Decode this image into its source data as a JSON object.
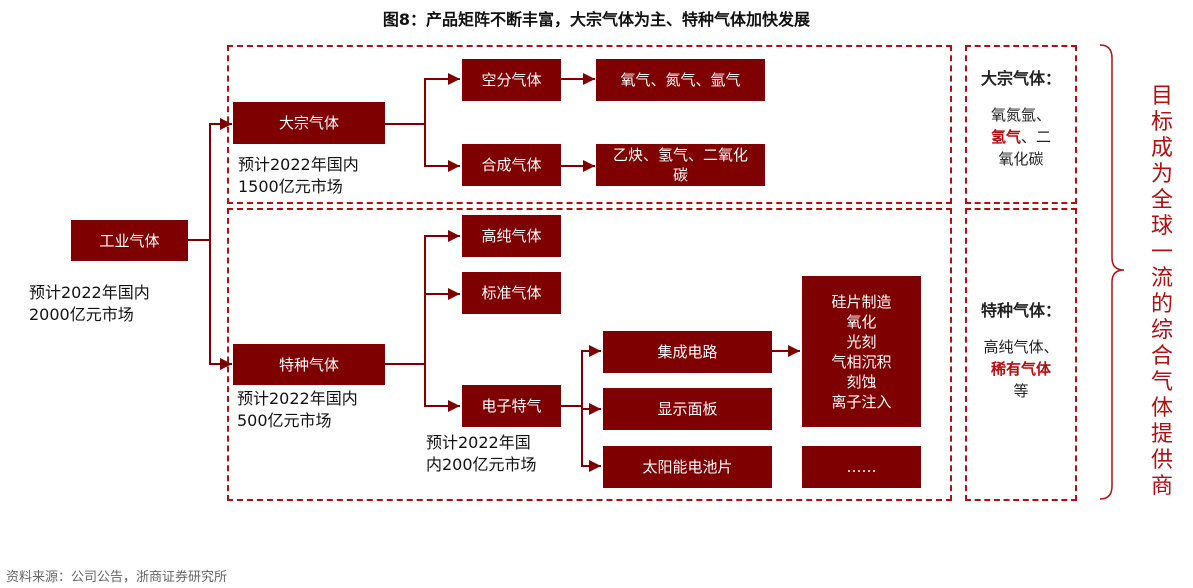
{
  "title": "图8：产品矩阵不断丰富，大宗气体为主、特种气体加快发展",
  "root": {
    "label": "工业气体",
    "note": [
      "预计2022年国内",
      "2000亿元市场"
    ]
  },
  "bulk": {
    "label": "大宗气体",
    "note": [
      "预计2022年国内",
      "1500亿元市场"
    ],
    "children": [
      {
        "label": "空分气体",
        "detail": "氧气、氮气、氩气"
      },
      {
        "label": "合成气体",
        "detail": "乙炔、氢气、二氧化碳"
      }
    ]
  },
  "special": {
    "label": "特种气体",
    "note": [
      "预计2022年国内",
      "500亿元市场"
    ],
    "children": [
      {
        "label": "高纯气体"
      },
      {
        "label": "标准气体"
      },
      {
        "label": "电子特气",
        "note": [
          "预计2022年国",
          "内200亿元市场"
        ]
      }
    ],
    "electronic_apps": [
      "集成电路",
      "显示面板",
      "太阳能电池片"
    ],
    "ic_processes": [
      "硅片制造",
      "氧化",
      "光刻",
      "气相沉积",
      "刻蚀",
      "离子注入"
    ],
    "more": "……"
  },
  "side": {
    "bulk_title": "大宗气体：",
    "bulk_text_1": "氧氮氩、",
    "bulk_highlight": "氢气",
    "bulk_text_2": "、二",
    "bulk_text_3": "氧化碳",
    "special_title": "特种气体：",
    "special_text_1": "高纯气体、",
    "special_highlight": "稀有气体",
    "special_text_2": "等"
  },
  "goal": "目标成为全球一流的综合气体提供商",
  "source": "资料来源：公司公告，浙商证券研究所",
  "colors": {
    "box": "#7f0000",
    "accent": "#b01010"
  }
}
